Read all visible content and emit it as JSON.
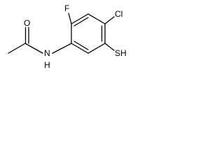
{
  "molecule": {
    "atoms": {
      "oxygen": "O",
      "nitrogen": "N",
      "hydrogen": "H",
      "fluorine": "F",
      "chlorine": "Cl",
      "thiol": "SH"
    }
  },
  "colors": {
    "background": "#ffffff",
    "ink": "#000000"
  }
}
